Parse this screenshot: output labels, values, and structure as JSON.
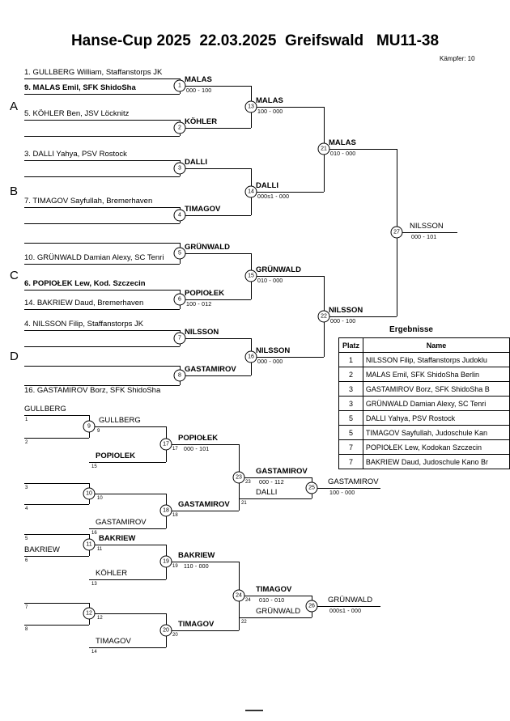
{
  "title": "Hanse-Cup 2025  22.03.2025  Greifswald   MU11-38",
  "fighters_label": "Kämpfer: 10",
  "sections": {
    "a": "A",
    "b": "B",
    "c": "C",
    "d": "D"
  },
  "seeds": {
    "s1": "1. GULLBERG William, Staffanstorps JK",
    "s2": "9. MALAS Emil, SFK ShidoSha",
    "s3": "5. KÖHLER Ben, JSV Löcknitz",
    "s4": "3. DALLI Yahya, PSV Rostock",
    "s5": "7. TIMAGOV Sayfullah, Bremerhaven",
    "s6": "10. GRÜNWALD Damian Alexy, SC Tenri",
    "s7": "6. POPIOŁEK Lew, Kod. Szczecin",
    "s8": "14. BAKRIEW Daud, Bremerhaven",
    "s9": "4. NILSSON Filip, Staffanstorps JK",
    "s10": "16. GASTAMIROV Borz, SFK ShidoSha"
  },
  "entries": {
    "gullberg": "GULLBERG",
    "popiolek": "POPIOLEK",
    "gastamirov": "GASTAMIROV",
    "dalli": "DALLI",
    "bakriew": "BAKRIEW",
    "koehler": "KÖHLER",
    "timagov": "TIMAGOV",
    "gruenwald": "GRÜNWALD"
  },
  "matches": {
    "m1": {
      "no": "1",
      "winner": "MALAS",
      "score": "000 - 100"
    },
    "m2": {
      "no": "2",
      "winner": "KÖHLER"
    },
    "m3": {
      "no": "3",
      "winner": "DALLI"
    },
    "m4": {
      "no": "4",
      "winner": "TIMAGOV"
    },
    "m5": {
      "no": "5",
      "winner": "GRÜNWALD"
    },
    "m6": {
      "no": "6",
      "winner": "POPIOŁEK",
      "score": "100 - 012"
    },
    "m7": {
      "no": "7",
      "winner": "NILSSON"
    },
    "m8": {
      "no": "8",
      "winner": "GASTAMIROV"
    },
    "m9": {
      "no": "9",
      "winner": "GULLBERG"
    },
    "m10": {
      "no": "10"
    },
    "m11": {
      "no": "11",
      "winner": "BAKRIEW"
    },
    "m12": {
      "no": "12"
    },
    "m13": {
      "no": "13",
      "winner": "MALAS",
      "score": "100 - 000"
    },
    "m14": {
      "no": "14",
      "winner": "DALLI",
      "score": "000s1 - 000"
    },
    "m15": {
      "no": "15",
      "winner": "GRÜNWALD",
      "score": "010 - 000"
    },
    "m16": {
      "no": "16",
      "winner": "NILSSON",
      "score": "000 - 000"
    },
    "m17": {
      "no": "17",
      "winner": "POPIOŁEK",
      "score": "000 - 101"
    },
    "m18": {
      "no": "18",
      "winner": "GASTAMIROV"
    },
    "m19": {
      "no": "19",
      "winner": "BAKRIEW",
      "score": "110 - 000"
    },
    "m20": {
      "no": "20",
      "winner": "TIMAGOV"
    },
    "m21": {
      "no": "21",
      "winner": "MALAS",
      "score": "010 - 000"
    },
    "m22": {
      "no": "22",
      "winner": "NILSSON",
      "score": "000 - 100"
    },
    "m23": {
      "no": "23",
      "winner": "GASTAMIROV",
      "score": "000 - 112"
    },
    "m24": {
      "no": "24",
      "winner": "TIMAGOV",
      "score": "010 - 010"
    },
    "m25": {
      "no": "25",
      "winner": "GASTAMIROV",
      "score": "100 - 000"
    },
    "m26": {
      "no": "26",
      "winner": "GRÜNWALD",
      "score": "000s1 - 000"
    },
    "m27": {
      "no": "27",
      "winner": "NILSSON",
      "score": "000 - 101"
    }
  },
  "results": {
    "title": "Ergebnisse",
    "col_place": "Platz",
    "col_name": "Name",
    "rows": [
      {
        "place": "1",
        "name": "NILSSON Filip, Staffanstorps Judoklu"
      },
      {
        "place": "2",
        "name": "MALAS Emil, SFK ShidoSha Berlin"
      },
      {
        "place": "3",
        "name": "GASTAMIROV Borz, SFK ShidoSha B"
      },
      {
        "place": "3",
        "name": "GRÜNWALD Damian Alexy, SC Tenri"
      },
      {
        "place": "5",
        "name": "DALLI Yahya, PSV Rostock"
      },
      {
        "place": "5",
        "name": "TIMAGOV Sayfullah, Judoschule Kan"
      },
      {
        "place": "7",
        "name": "POPIOŁEK Lew, Kodokan Szczecin"
      },
      {
        "place": "7",
        "name": "BAKRIEW Daud, Judoschule Kano Br"
      }
    ]
  }
}
